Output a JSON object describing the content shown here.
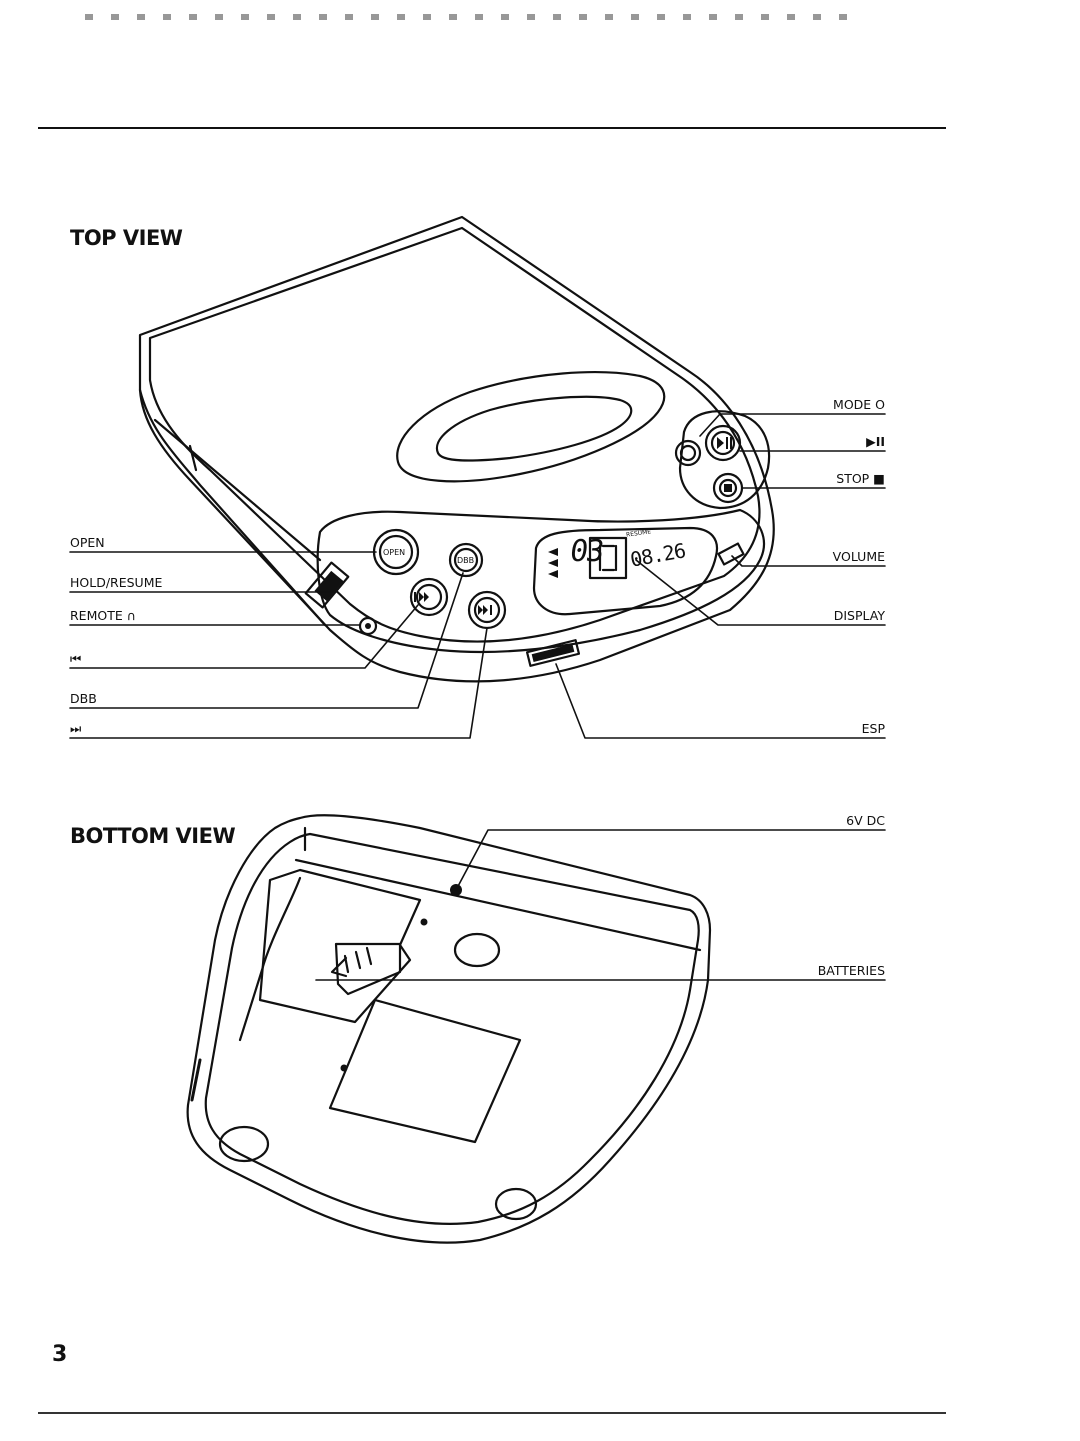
{
  "page": {
    "page_number": "3",
    "top_view": {
      "heading": "TOP VIEW",
      "labels_left": {
        "open": "OPEN",
        "hold_resume": "HOLD/RESUME",
        "remote": "REMOTE ∩",
        "prev": "⏮",
        "dbb": "DBB",
        "next": "⏭"
      },
      "labels_right": {
        "mode": "MODE O",
        "play_pause": "▶II",
        "stop": "STOP ■",
        "volume": "VOLUME",
        "display": "DISPLAY",
        "esp": "ESP"
      },
      "buttons": {
        "open": "OPEN",
        "dbb": "DBB"
      },
      "lcd": {
        "track": "03",
        "time": "08.26",
        "indicator": "RESUME"
      }
    },
    "bottom_view": {
      "heading": "BOTTOM VIEW",
      "labels": {
        "dc_in": "6V DC",
        "batteries": "BATTERIES"
      }
    }
  }
}
